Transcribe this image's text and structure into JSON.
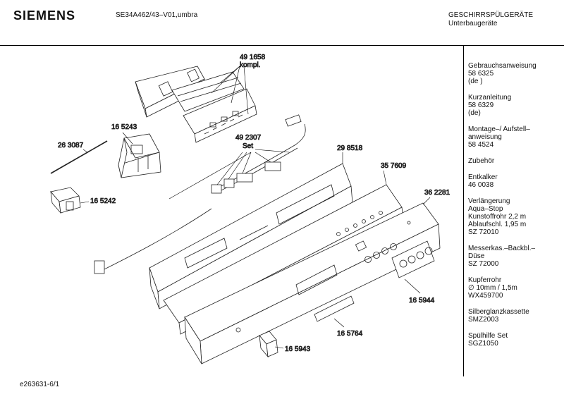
{
  "header": {
    "brand": "SIEMENS",
    "model": "SE34A462/43–V01,umbra",
    "category_line1": "GESCHIRRSPÜLGERÄTE",
    "category_line2": "Unterbaugeräte"
  },
  "parts": [
    {
      "number": "49 1658",
      "note": "kompl."
    },
    {
      "number": "16 5243",
      "note": ""
    },
    {
      "number": "26 3087",
      "note": ""
    },
    {
      "number": "16 5242",
      "note": ""
    },
    {
      "number": "49 2307",
      "note": "Set"
    },
    {
      "number": "29 8518",
      "note": ""
    },
    {
      "number": "35 7609",
      "note": ""
    },
    {
      "number": "36 2281",
      "note": ""
    },
    {
      "number": "16 5944",
      "note": ""
    },
    {
      "number": "16 5764",
      "note": ""
    },
    {
      "number": "16 5943",
      "note": ""
    }
  ],
  "sidebar": [
    {
      "lines": [
        "Gebrauchsanweisung",
        "58 6325",
        "(de )"
      ]
    },
    {
      "lines": [
        "Kurzanleitung",
        "58 6329",
        "(de)"
      ]
    },
    {
      "lines": [
        "Montage–/ Aufstell–",
        "anweisung",
        "58 4524"
      ]
    },
    {
      "lines": [
        "Zubehör"
      ]
    },
    {
      "lines": [
        "Entkalker",
        "46 0038"
      ]
    },
    {
      "lines": [
        "Verlängerung",
        "Aqua–Stop",
        "Kunstoffrohr 2,2 m",
        "Ablaufschl. 1,95 m",
        "SZ 72010"
      ]
    },
    {
      "lines": [
        "Messerkas.–Backbl.–",
        "Düse",
        "SZ 72000"
      ]
    },
    {
      "lines": [
        "Kupferrohr",
        "∅ 10mm / 1,5m",
        "WX459700"
      ]
    },
    {
      "lines": [
        "Silberglanzkassette",
        "SMZ2003"
      ]
    },
    {
      "lines": [
        "Spülhilfe Set",
        "SGZ1050"
      ]
    }
  ],
  "footer": {
    "code": "e263631-6/1"
  }
}
